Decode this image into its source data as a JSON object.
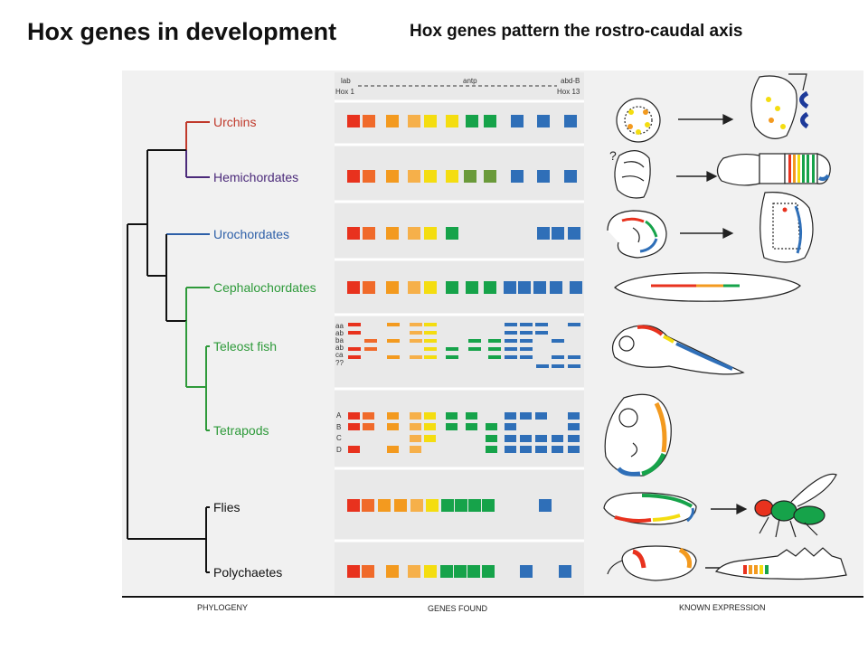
{
  "title": "Hox genes in development",
  "subtitle": "Hox genes pattern the rostro-caudal axis",
  "header": {
    "lab": "lab",
    "antp": "antp",
    "abdb": "abd-B",
    "hox1": "Hox 1",
    "hox13": "Hox 13"
  },
  "taxa": [
    {
      "name": "Urchins",
      "color": "#c0392b"
    },
    {
      "name": "Hemichordates",
      "color": "#4b2a7a"
    },
    {
      "name": "Urochordates",
      "color": "#2d5fa8"
    },
    {
      "name": "Cephalochordates",
      "color": "#2e9a3a"
    },
    {
      "name": "Teleost fish",
      "color": "#2e9a3a"
    },
    {
      "name": "Tetrapods",
      "color": "#2e9a3a"
    },
    {
      "name": "Flies",
      "color": "#111111"
    },
    {
      "name": "Polychaetes",
      "color": "#111111"
    }
  ],
  "teleost_cluster_labels": [
    "aa",
    "ab",
    "ba",
    "ab",
    "ca",
    "??"
  ],
  "tetrapod_cluster_labels": [
    "A",
    "B",
    "C",
    "D"
  ],
  "footer": {
    "phylogeny": "PHYLOGENY",
    "genes_found": "GENES FOUND",
    "known_expression": "KNOWN EXPRESSION"
  },
  "gene_colors": {
    "red": "#e8321e",
    "orange_red": "#f06a2a",
    "orange": "#f39a1f",
    "light_orange": "#f6b04a",
    "yellow": "#f4dd10",
    "green": "#16a34a",
    "olive_green": "#6a9a3a",
    "blue": "#2f6fb8"
  },
  "question_mark": "?"
}
